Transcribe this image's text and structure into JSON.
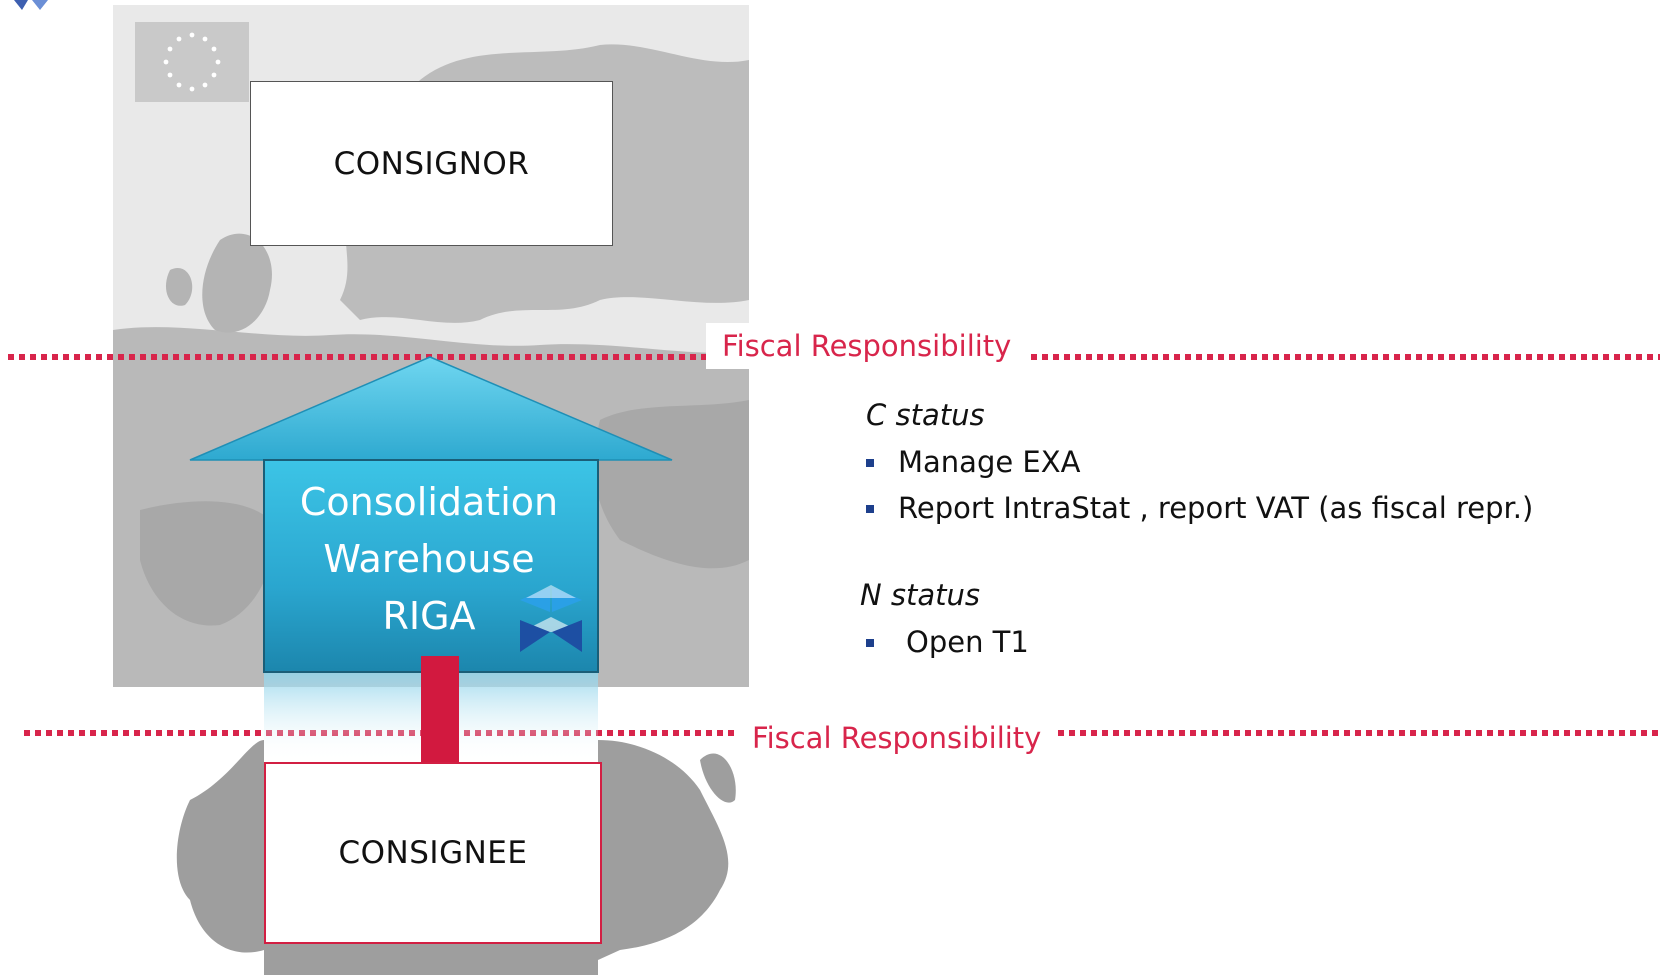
{
  "consignor": {
    "label": "CONSIGNOR"
  },
  "consignee": {
    "label": "CONSIGNEE"
  },
  "warehouse": {
    "line1": "Consolidation",
    "line2": "Warehouse",
    "line3": "RIGA"
  },
  "fiscal_lines": [
    {
      "label": "Fiscal Responsibility"
    },
    {
      "label": "Fiscal Responsibility"
    }
  ],
  "c_status": {
    "title": "C status",
    "items": [
      "Manage EXA",
      "Report IntraStat , report VAT (as fiscal repr.)"
    ]
  },
  "n_status": {
    "title": "N status",
    "items": [
      "Open T1"
    ]
  },
  "colors": {
    "fiscal_red": "#d8254b",
    "warehouse_blue": "#2aa6cf",
    "arrow_red": "#d2193f",
    "bullet_blue": "#1d3f8c",
    "map_grey": "#b4b4b4"
  },
  "icons": [
    "eu-flag-icon",
    "company-logo-icon",
    "down-arrow-icon"
  ]
}
